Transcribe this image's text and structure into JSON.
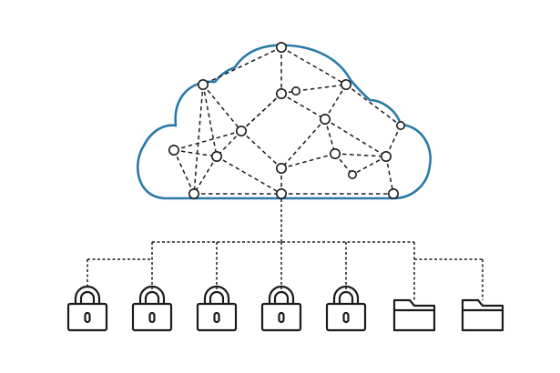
{
  "colors": {
    "background": "#ffffff",
    "cloud_outline": "#2a79a8",
    "ink": "#1b1b1b"
  },
  "cloud": {
    "icon": "cloud-icon",
    "node_count": 16,
    "nodes": [
      "n1",
      "n2",
      "n3",
      "n4",
      "n5",
      "n6",
      "n7",
      "n8",
      "n9",
      "n10",
      "n11",
      "n12",
      "n13",
      "n14",
      "n15",
      "n16"
    ]
  },
  "tree": {
    "leaves": [
      {
        "icon": "padlock-icon"
      },
      {
        "icon": "padlock-icon"
      },
      {
        "icon": "padlock-icon"
      },
      {
        "icon": "padlock-icon"
      },
      {
        "icon": "padlock-icon"
      },
      {
        "icon": "folder-icon"
      },
      {
        "icon": "folder-icon"
      }
    ]
  }
}
